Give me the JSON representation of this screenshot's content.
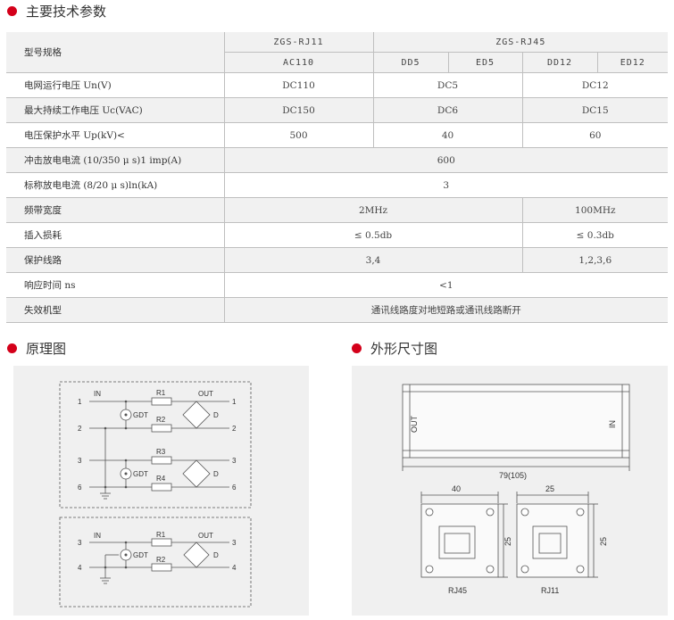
{
  "sections": {
    "main_params": "主要技术参数",
    "schematic": "原理图",
    "dimensions": "外形尺寸图"
  },
  "table": {
    "model_label": "型号规格",
    "model_rj11": "ZGS-RJ11",
    "model_rj45": "ZGS-RJ45",
    "sub": [
      "AC110",
      "DD5",
      "ED5",
      "DD12",
      "ED12"
    ],
    "rows": [
      {
        "label": "电网运行电压 Un(V)",
        "v1": "DC110",
        "v2": "DC5",
        "v3": "DC12"
      },
      {
        "label": "最大持续工作电压 Uc(VAC)",
        "v1": "DC150",
        "v2": "DC6",
        "v3": "DC15"
      },
      {
        "label": "电压保护水平 Up(kV)<",
        "v1": "500",
        "v2": "40",
        "v3": "60"
      },
      {
        "label": "冲击放电电流 (10/350 μ s)1 imp(A)",
        "v": "600"
      },
      {
        "label": "标称放电电流 (8/20 μ s)ln(kA)",
        "v": "3"
      },
      {
        "label": "频带宽度",
        "a": "2MHz",
        "b": "100MHz"
      },
      {
        "label": "插入损耗",
        "a": "≤ 0.5db",
        "b": "≤ 0.3db"
      },
      {
        "label": "保护线路",
        "a": "3,4",
        "b": "1,2,3,6"
      },
      {
        "label": "响应时间 ns",
        "v": "<1"
      },
      {
        "label": "失效机型",
        "v": "通讯线路度对地短路或通讯线路断开"
      }
    ]
  },
  "schematic": {
    "in": "IN",
    "out": "OUT",
    "gdt": "GDT",
    "d": "D",
    "r1": "R1",
    "r2": "R2",
    "r3": "R3",
    "r4": "R4",
    "top_pins": [
      "1",
      "2",
      "3",
      "6"
    ],
    "bottom_pins": [
      "3",
      "4"
    ]
  },
  "dims": {
    "out": "OUT",
    "in": "IN",
    "length": "79(105)",
    "w45": "40",
    "h45": "25",
    "w11": "25",
    "h11": "25",
    "rj45": "RJ45",
    "rj11": "RJ11"
  }
}
